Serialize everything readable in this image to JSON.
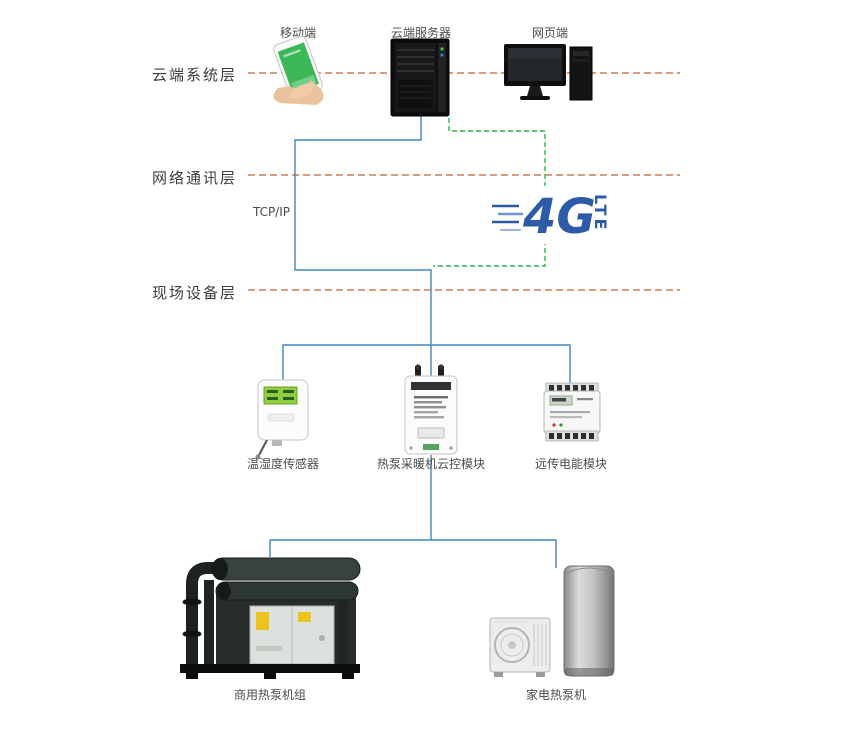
{
  "layers": {
    "cloud": "云端系统层",
    "network": "网络通讯层",
    "field": "现场设备层"
  },
  "cloud_row": {
    "mobile_label": "移动端",
    "server_label": "云端服务器",
    "web_label": "网页端"
  },
  "network_row": {
    "tcpip_label": "TCP/IP",
    "logo_main": "4G",
    "logo_sub": "LTE"
  },
  "field_row": {
    "sensor_label": "温湿度传感器",
    "controller_label": "热泵采暖机云控模块",
    "meter_label": "远传电能模块"
  },
  "equipment_row": {
    "commercial_label": "商用热泵机组",
    "home_label": "家电热泵机"
  },
  "colors": {
    "layer_divider_orange": "#c2622f",
    "wire_blue": "#3f86c4",
    "wire_green": "#2eb34a",
    "logo_blue": "#2d5ba7",
    "phone_screen_green": "#3cb857",
    "warning_yellow": "#edc41e"
  }
}
